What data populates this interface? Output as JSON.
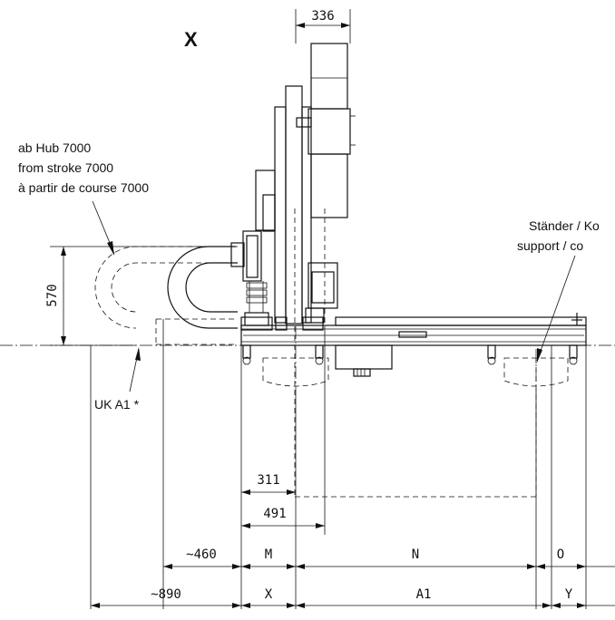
{
  "view_label": "X",
  "notes": {
    "stroke_line1": "ab Hub 7000",
    "stroke_line2": "from stroke 7000",
    "stroke_line3": "à partir de course 7000",
    "stand_line1": "Ständer / Ko",
    "stand_line2": "support / co",
    "uk_label": "UK A1 *"
  },
  "dimensions": {
    "top_width": "336",
    "height_left": "570",
    "d311": "311",
    "d491": "491",
    "d460": "~460",
    "d890": "~890",
    "M": "M",
    "N": "N",
    "O": "O",
    "X": "X",
    "A1": "A1",
    "Y": "Y"
  }
}
